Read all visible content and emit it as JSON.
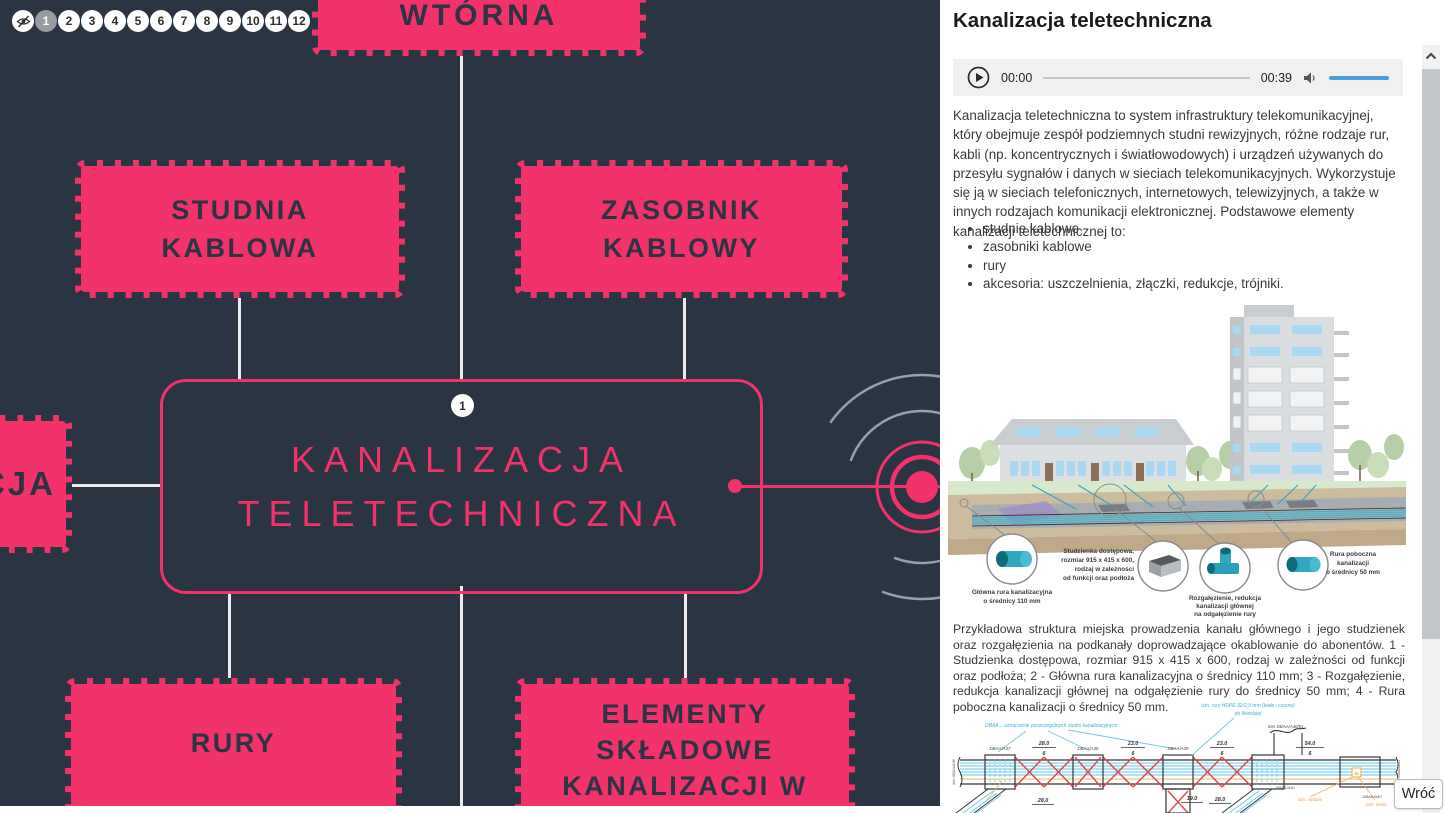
{
  "colors": {
    "accent_pink": "#f2326b",
    "canvas_bg": "#2a3442",
    "volume_blue": "#4a9fd8",
    "teal": "#2aa2ba",
    "diagram_cyan": "#57c4e4",
    "diagram_red": "#e04444",
    "diagram_orange": "#ec9f35"
  },
  "toolbar": {
    "hide_icon": "eye-slash-icon",
    "active_step": "1",
    "steps": [
      "1",
      "2",
      "3",
      "4",
      "5",
      "6",
      "7",
      "8",
      "9",
      "10",
      "11",
      "12"
    ]
  },
  "mindmap": {
    "center": {
      "label": "KANALIZACJA TELETECHNICZNA",
      "badge": "1"
    },
    "top_node": "WTÓRNA",
    "top_left_node": "STUDNIA KABLOWA",
    "top_right_node": "ZASOBNIK KABLOWY",
    "left_node": "CJA",
    "bottom_left_node": "RURY",
    "bottom_right_node": "ELEMENTY SKŁADOWE KANALIZACJI W STUDNI"
  },
  "panel": {
    "title": "Kanalizacja teletechniczna",
    "player": {
      "elapsed": "00:00",
      "duration": "00:39"
    },
    "paragraph": "Kanalizacja teletechniczna to system infrastruktury telekomunikacyjnej, który obejmuje zespół podziemnych studni rewizyjnych, różne rodzaje rur, kabli (np. koncentrycznych i światłowodowych) i urządzeń używanych do przesyłu sygnałów i danych w sieciach telekomunikacyjnych. Wykorzystuje się ją w sieciach telefonicznych, internetowych, telewizyjnych, a także w innych rodzajach komunikacji elektronicznej. Podstawowe elementy kanalizacji teletechnicznej to:",
    "bullets": [
      "studnie kablowe",
      "zasobniki kablowe",
      "rury",
      "akcesoria: uszczelnienia, złączki, redukcje, trójniki."
    ],
    "figure1": {
      "c1": [
        "Główna rura kanalizacyjna",
        "o średnicy 110 mm"
      ],
      "c2": [
        "Studzienka dostępowa,",
        "rozmiar 915 x 415 x 600,",
        "rodzaj w zależności",
        "od funkcji oraz podłoża"
      ],
      "c3": [
        "Rozgałęzienie, redukcja",
        "kanalizacji głównej",
        "na odgałęzienie rury",
        "do średnicy 50 mm"
      ],
      "c4": [
        "Rura poboczna",
        "kanalizacji",
        "o średnicy 50 mm"
      ]
    },
    "caption": "Przykładowa struktura miejska prowadzenia kanału głównego i jego studzienek oraz rozgałęzienia na podkanały doprowadzające okablowanie do abonentów. 1 - Studzienka dostępowa, rozmiar 915 x 415 x 600, rodzaj w zależności od funkcji oraz podłoża; 2 - Główna rura kanalizacyjna o średnicy 110 mm; 3 - Rozgałęzienie, redukcja kanalizacji głównej na odgałęzienie rury do średnicy 50 mm; 4 - Rura poboczna kanalizacji o średnicy 50 mm.",
    "figure2": {
      "note_left": "DBAA... oznaczenie poszczególnych studni kanalizacyjnych",
      "note_right1": "istn. rury HDPE 32/2,9 mm (białe i czarne)",
      "note_right2": "do likwidacji",
      "kier_top": "kier DBAA/A40/01",
      "kier_left": "kier DBAA/A36",
      "kier_right": "kier DBAA/A41",
      "manholes": [
        "DBAA/A37",
        "DBAA/A38",
        "DBAA/A39"
      ],
      "dims_top": [
        "28.0",
        "23.0",
        "23.0",
        "54.0"
      ],
      "dims_div": "6",
      "dims_bottom": [
        "28.0",
        "19.0",
        "28.0"
      ],
      "label_a40_1": "DBAA/A40",
      "label_a40_2": "DBAA/A40",
      "label_stelaze": "istn. stelaże",
      "label_mufa": "istn. mufa",
      "marker_30": "30"
    },
    "back_button": "Wróć"
  }
}
